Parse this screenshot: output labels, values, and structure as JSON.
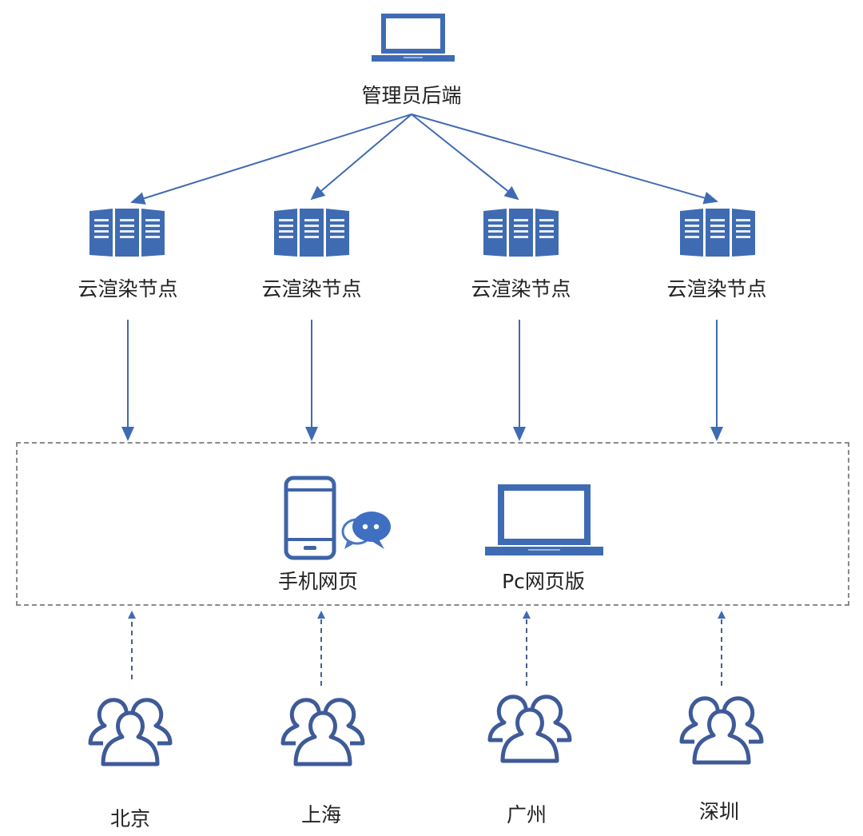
{
  "colors": {
    "primary": "#3f6bb3",
    "icon_dark": "#3e63a8",
    "dashed_border": "#8a8a8a",
    "text": "#222222"
  },
  "admin": {
    "label": "管理员后端",
    "icon": "laptop-icon"
  },
  "render_nodes": [
    {
      "label": "云渲染节点",
      "icon": "server-rack-icon"
    },
    {
      "label": "云渲染节点",
      "icon": "server-rack-icon"
    },
    {
      "label": "云渲染节点",
      "icon": "server-rack-icon"
    },
    {
      "label": "云渲染节点",
      "icon": "server-rack-icon"
    }
  ],
  "clients": [
    {
      "label": "手机网页",
      "icon": "mobile-phone-icon",
      "badge_icon": "chat-bubble-icon"
    },
    {
      "label": "Pc网页版",
      "icon": "laptop-icon"
    }
  ],
  "user_groups": [
    {
      "label": "北京",
      "icon": "user-group-icon"
    },
    {
      "label": "上海",
      "icon": "user-group-icon"
    },
    {
      "label": "广州",
      "icon": "user-group-icon"
    },
    {
      "label": "深圳",
      "icon": "user-group-icon"
    }
  ],
  "edges": [
    {
      "from": "admin",
      "to": "render_nodes.0",
      "style": "solid"
    },
    {
      "from": "admin",
      "to": "render_nodes.1",
      "style": "solid"
    },
    {
      "from": "admin",
      "to": "render_nodes.2",
      "style": "solid"
    },
    {
      "from": "admin",
      "to": "render_nodes.3",
      "style": "solid"
    },
    {
      "from": "render_nodes.0",
      "to": "clients",
      "style": "solid"
    },
    {
      "from": "render_nodes.1",
      "to": "clients",
      "style": "solid"
    },
    {
      "from": "render_nodes.2",
      "to": "clients",
      "style": "solid"
    },
    {
      "from": "render_nodes.3",
      "to": "clients",
      "style": "solid"
    },
    {
      "from": "user_groups.0",
      "to": "clients",
      "style": "dashed"
    },
    {
      "from": "user_groups.1",
      "to": "clients",
      "style": "dashed"
    },
    {
      "from": "user_groups.2",
      "to": "clients",
      "style": "dashed"
    },
    {
      "from": "user_groups.3",
      "to": "clients",
      "style": "dashed"
    }
  ]
}
